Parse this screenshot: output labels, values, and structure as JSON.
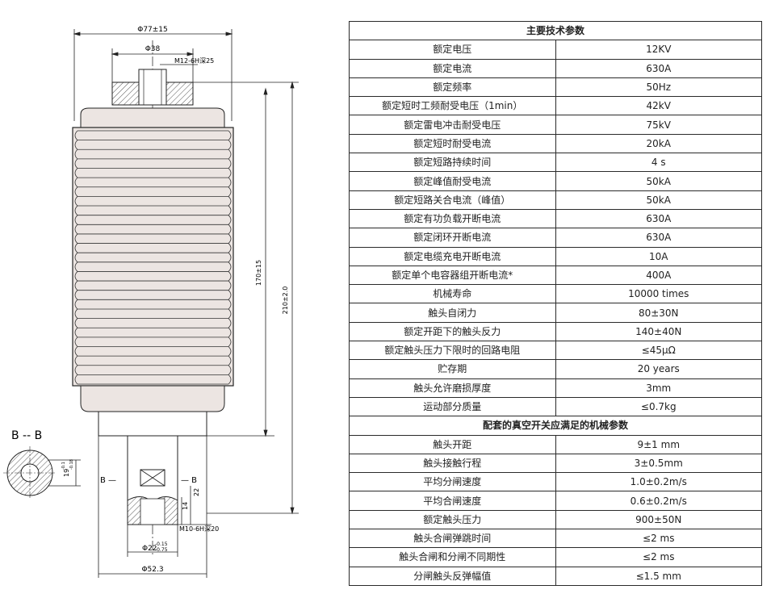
{
  "drawing": {
    "dimensions": {
      "outer_diameter": "Φ77±15",
      "top_stud_diameter": "Φ38",
      "top_thread": "M12-6H深25",
      "body_height": "170±15",
      "total_height": "210±2.0",
      "rod_thread": "M10-6H深20",
      "rod_diameter": "Φ22",
      "rod_tol_upper": "-0.15",
      "rod_tol_lower": "-0.75",
      "rod_base_diameter": "Φ52.3",
      "dim_22": "22",
      "dim_14": "14",
      "section_dim": "19",
      "section_dim_tol": "-0.1",
      "section_dim_tol2": "-0.18"
    },
    "section": {
      "title": "B -- B",
      "mark_left": "B —",
      "mark_right": "— B"
    },
    "colors": {
      "body_fill": "#ece5e2",
      "line": "#1a1a1a",
      "hatch": "#555555"
    }
  },
  "spec_table": {
    "title": "主要技术参数",
    "rows": [
      {
        "param": "额定电压",
        "value": "12KV"
      },
      {
        "param": "额定电流",
        "value": "630A"
      },
      {
        "param": "额定频率",
        "value": "50Hz"
      },
      {
        "param": "额定短时工频耐受电压（1min）",
        "value": "42kV"
      },
      {
        "param": "额定雷电冲击耐受电压",
        "value": "75kV"
      },
      {
        "param": "额定短时耐受电流",
        "value": "20kA"
      },
      {
        "param": "额定短路持续时间",
        "value": "4 s"
      },
      {
        "param": "额定峰值耐受电流",
        "value": "50kA"
      },
      {
        "param": "额定短路关合电流（峰值）",
        "value": "50kA"
      },
      {
        "param": "额定有功负载开断电流",
        "value": "630A"
      },
      {
        "param": "额定闭环开断电流",
        "value": "630A"
      },
      {
        "param": "额定电缆充电开断电流",
        "value": "10A"
      },
      {
        "param": "额定单个电容器组开断电流*",
        "value": "400A"
      },
      {
        "param": "机械寿命",
        "value": "10000 times"
      },
      {
        "param": "触头自闭力",
        "value": "80±30N"
      },
      {
        "param": "额定开距下的触头反力",
        "value": "140±40N"
      },
      {
        "param": "额定触头压力下限时的回路电阻",
        "value": "≤45μΩ"
      },
      {
        "param": "贮存期",
        "value": "20 years"
      },
      {
        "param": "触头允许磨损厚度",
        "value": "3mm"
      },
      {
        "param": "运动部分质量",
        "value": "≤0.7kg"
      }
    ],
    "section2_title": "配套的真空开关应满足的机械参数",
    "rows2": [
      {
        "param": "触头开距",
        "value": "9±1 mm"
      },
      {
        "param": "触头接触行程",
        "value": "3±0.5mm"
      },
      {
        "param": "平均分闸速度",
        "value": "1.0±0.2m/s"
      },
      {
        "param": "平均合闸速度",
        "value": "0.6±0.2m/s"
      },
      {
        "param": "额定触头压力",
        "value": "900±50N"
      },
      {
        "param": "触头合闸弹跳时间",
        "value": "≤2 ms"
      },
      {
        "param": "触头合闸和分闸不同期性",
        "value": "≤2 ms"
      },
      {
        "param": "分闸触头反弹幅值",
        "value": "≤1.5 mm"
      }
    ]
  }
}
